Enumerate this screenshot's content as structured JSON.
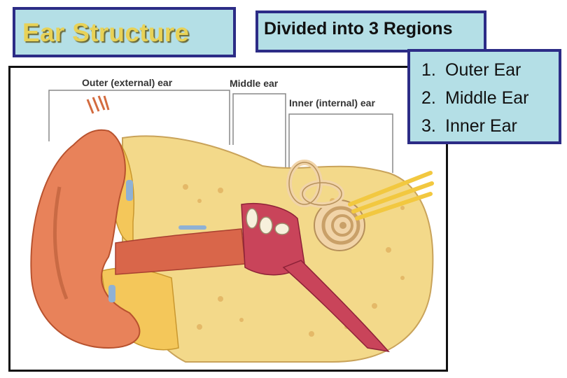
{
  "title": "Ear Structure",
  "regions_heading": "Divided into 3 Regions",
  "regions": [
    {
      "num": "1.",
      "name": "Outer Ear"
    },
    {
      "num": "2.",
      "name": "Middle Ear"
    },
    {
      "num": "3.",
      "name": "Inner Ear"
    }
  ],
  "diagram": {
    "labels": {
      "outer": "Outer (external) ear",
      "middle": "Middle ear",
      "inner": "Inner (internal) ear"
    }
  },
  "colors": {
    "box_fill": "#b4dfe6",
    "box_border": "#2c2c86",
    "title_text": "#e8d257",
    "skin": "#e8825a",
    "bone": "#f3d98a",
    "canal": "#c9445a"
  }
}
